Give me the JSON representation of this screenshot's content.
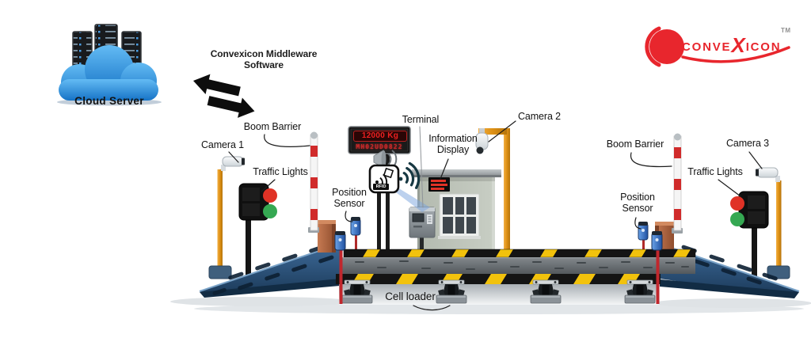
{
  "branding": {
    "logo_pre": "CONVE",
    "logo_x": "X",
    "logo_post": "ICON",
    "trademark": "TM",
    "accent": "#e8262d"
  },
  "cloud": {
    "label": "Cloud Server"
  },
  "middleware": {
    "label": "Convexicon Middleware Software"
  },
  "led_display": {
    "weight": "12000 Kg",
    "vehicle_no": "MH02UD0822"
  },
  "rfid_reader": {
    "label": "RFID"
  },
  "component_labels": {
    "boom_barrier_left": "Boom Barrier",
    "camera_1": "Camera 1",
    "traffic_lights_left": "Traffic Lights",
    "position_sensor_left": "Position Sensor",
    "terminal": "Terminal",
    "information_display": "Information Display",
    "camera_2": "Camera 2",
    "boom_barrier_right": "Boom Barrier",
    "camera_3": "Camera 3",
    "traffic_lights_right": "Traffic Lights",
    "position_sensor_right": "Position Sensor",
    "cell_loader": "Cell loader"
  },
  "colors": {
    "hazard_yellow": "#f2c20c",
    "ramp_blue": "#2d5580",
    "pole_orange": "#e0920f",
    "cloud_blue": "#2e93e0",
    "led_red": "#e32222",
    "barrier_red": "#d02b2b"
  }
}
